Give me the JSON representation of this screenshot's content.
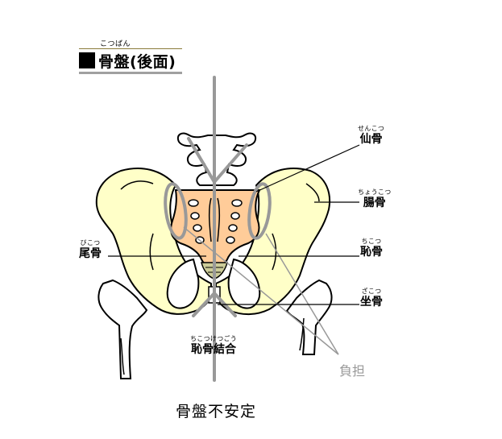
{
  "title": {
    "ruby": "こつばん",
    "text": "骨盤(後面)"
  },
  "labels": {
    "sacrum": {
      "ruby": "せんこつ",
      "text": "仙骨"
    },
    "ilium": {
      "ruby": "ちょうこつ",
      "text": "腸骨"
    },
    "pubis": {
      "ruby": "ちこつ",
      "text": "恥骨"
    },
    "ischium": {
      "ruby": "ざこつ",
      "text": "坐骨"
    },
    "coccyx": {
      "ruby": "びこつ",
      "text": "尾骨"
    },
    "pubic_symphysis": {
      "ruby": "ちこつけつごう",
      "text": "恥骨結合"
    }
  },
  "annotation": {
    "burden": "負担"
  },
  "caption": "骨盤不安定",
  "colors": {
    "bone": "#FFFFC8",
    "sacrum": "#FFCC99",
    "coccyx": "#CCCC99",
    "outline": "#000000",
    "force_arrow": "#999999",
    "sacroiliac_highlight": "#999999"
  }
}
